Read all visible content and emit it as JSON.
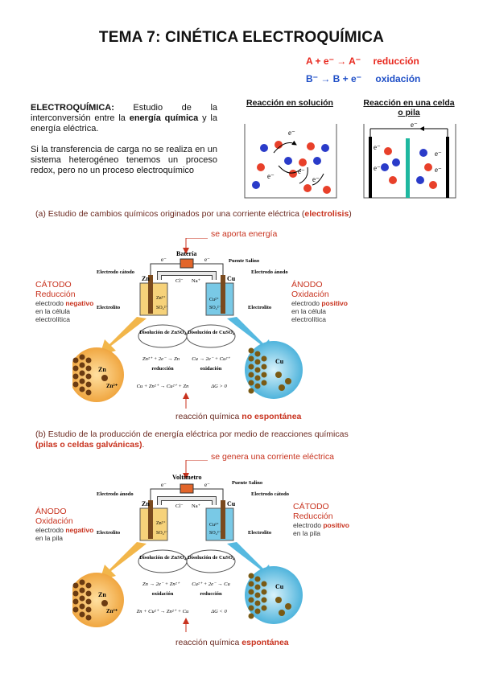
{
  "title": "TEMA 7: CINÉTICA ELECTROQUÍMICA",
  "equations": {
    "reduction_formula": "A + e⁻ → A⁻",
    "reduction_label": "reducción",
    "oxidation_formula": "B⁻ → B + e⁻",
    "oxidation_label": "oxidación"
  },
  "intro": {
    "term": "ELECTROQUÍMICA:",
    "text_1": " Estudio de la interconversión entre la ",
    "bold_1": "energía química",
    "text_2": " y la energía eléctrica.",
    "paragraph_2": "Si la transferencia de carga no se realiza en un sistema heterogéneo tenemos un proceso redox, pero no un proceso electroquímico"
  },
  "reactions": {
    "solution_header": "Reacción en solución",
    "cell_header": "Reacción en una celda o pila",
    "electron_label": "e⁻"
  },
  "section_a": {
    "prefix": "(a) Estudio de cambios químicos originados por una corriente eléctrica (",
    "highlight": "electrolisis",
    "suffix": ")",
    "energy_note": "se aporta energía",
    "device_label": "Batería",
    "left_role": "CÁTODO",
    "left_process": "Reducción",
    "left_sub_1": "electrodo ",
    "left_sub_bold": "negativo",
    "left_sub_2": "en la célula",
    "left_sub_3": "electrolítica",
    "right_role": "ÁNODO",
    "right_process": "Oxidación",
    "right_sub_1": "electrodo ",
    "right_sub_bold": "positivo",
    "right_sub_2": "en la célula",
    "right_sub_3": "electrolítica",
    "left_electrode_label": "Electrodo cátodo",
    "right_electrode_label": "Electrodo ánodo",
    "salt_bridge": "Puente Salino",
    "electrolyte": "Electrolito",
    "left_solution": "Disolución de ZnSO₄",
    "right_solution": "Disolución de CuSO₄",
    "left_half": "Zn²⁺ + 2e⁻ → Zn",
    "left_half_label": "reducción",
    "right_half": "Cu → 2e⁻ + Cu²⁺",
    "right_half_label": "oxidación",
    "overall": "Cu + Zn²⁺ → Cu²⁺ + Zn",
    "delta_g": "ΔG > 0",
    "caption_prefix": "reacción química ",
    "caption_bold": "no espontánea"
  },
  "section_b": {
    "prefix": "(b) Estudio de la producción de energía eléctrica por medio de reacciones químicas",
    "highlight": "(pilas o celdas galvánicas)",
    "suffix": ".",
    "energy_note": "se genera una corriente eléctrica",
    "device_label": "Voltímetro",
    "left_role": "ÁNODO",
    "left_process": "Oxidación",
    "left_sub_1": "electrodo ",
    "left_sub_bold": "negativo",
    "left_sub_2": "en la pila",
    "right_role": "CÁTODO",
    "right_process": "Reducción",
    "right_sub_1": "electrodo ",
    "right_sub_bold": "positivo",
    "right_sub_2": "en la pila",
    "left_electrode_label": "Electrodo ánodo",
    "right_electrode_label": "Electrodo cátodo",
    "salt_bridge": "Puente Salino",
    "electrolyte": "Electrolito",
    "left_solution": "Disolución de ZnSO₄",
    "right_solution": "Disolución de CuSO₄",
    "left_half": "Zn → 2e⁻ + Zn²⁺",
    "left_half_label": "oxidación",
    "right_half": "Cu²⁺ + 2e⁻ → Cu",
    "right_half_label": "reducción",
    "overall": "Zn + Cu²⁺ → Zn²⁺ + Cu",
    "delta_g": "ΔG < 0",
    "caption_prefix": "reacción química ",
    "caption_bold": "espontánea"
  },
  "cell_labels": {
    "zn": "Zn",
    "cu": "Cu",
    "zn_ion": "Zn²⁺",
    "cu_ion": "Cu²⁺",
    "so4": "SO₄²⁻",
    "cl": "Cl⁻",
    "na": "Na⁺",
    "e": "e⁻"
  },
  "colors": {
    "red_text": "#e8281e",
    "blue_text": "#1f4fc7",
    "brown_text": "#6b2a21",
    "zn_solution": "#f6d27a",
    "cu_solution": "#79c9e6",
    "electrode": "#7a4a1e"
  }
}
